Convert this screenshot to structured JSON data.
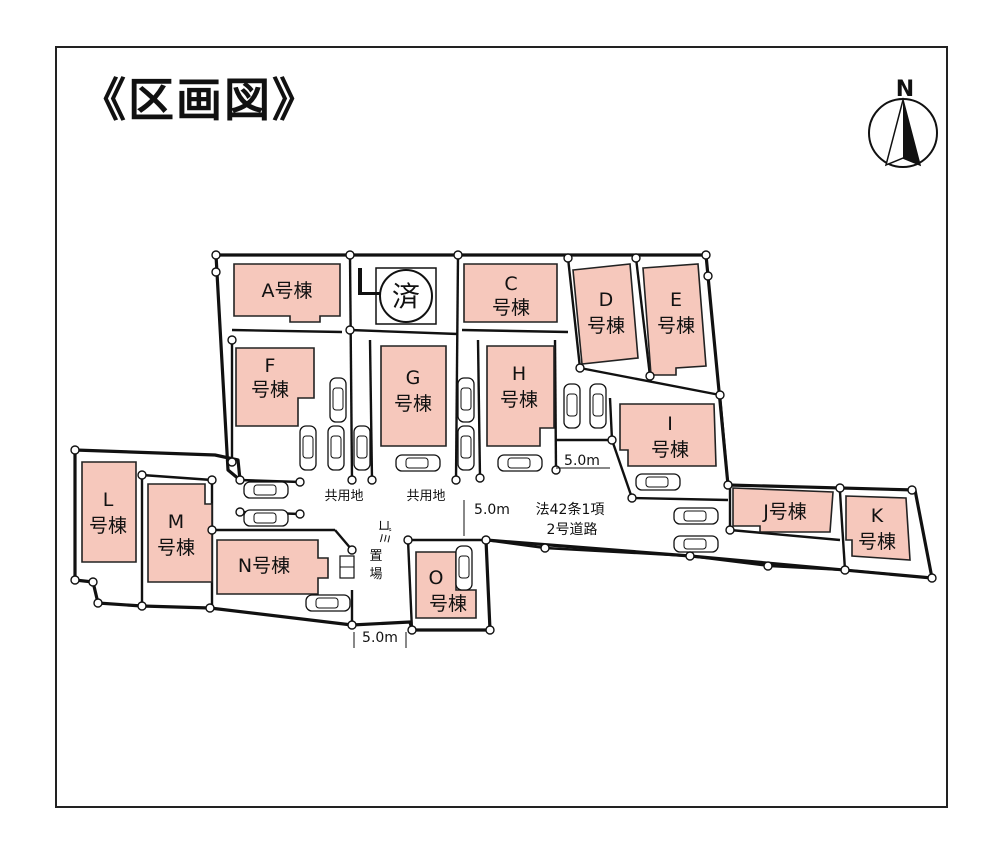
{
  "title": "《区画図》",
  "compass": {
    "label": "N"
  },
  "lots": [
    {
      "id": "A",
      "line1": "A号棟",
      "line2": ""
    },
    {
      "id": "C",
      "line1": "C",
      "line2": "号棟"
    },
    {
      "id": "D",
      "line1": "D",
      "line2": "号棟"
    },
    {
      "id": "E",
      "line1": "E",
      "line2": "号棟"
    },
    {
      "id": "F",
      "line1": "F",
      "line2": "号棟"
    },
    {
      "id": "G",
      "line1": "G",
      "line2": "号棟"
    },
    {
      "id": "H",
      "line1": "H",
      "line2": "号棟"
    },
    {
      "id": "I",
      "line1": "I",
      "line2": "号棟"
    },
    {
      "id": "J",
      "line1": "J号棟",
      "line2": ""
    },
    {
      "id": "K",
      "line1": "K",
      "line2": "号棟"
    },
    {
      "id": "L",
      "line1": "L",
      "line2": "号棟"
    },
    {
      "id": "M",
      "line1": "M",
      "line2": "号棟"
    },
    {
      "id": "N",
      "line1": "N号棟",
      "line2": ""
    },
    {
      "id": "O",
      "line1": "O",
      "line2": "号棟"
    }
  ],
  "sold_mark": "済",
  "labels": {
    "common_land_1": "共用地",
    "common_land_2": "共用地",
    "road_width_1": "5.0m",
    "road_width_2": "5.0m",
    "road_width_3": "5.0m",
    "road_type_1": "法42条1項",
    "road_type_2": "2号道路",
    "garbage_1": "ゴミ",
    "garbage_2": "置",
    "garbage_3": "場"
  }
}
